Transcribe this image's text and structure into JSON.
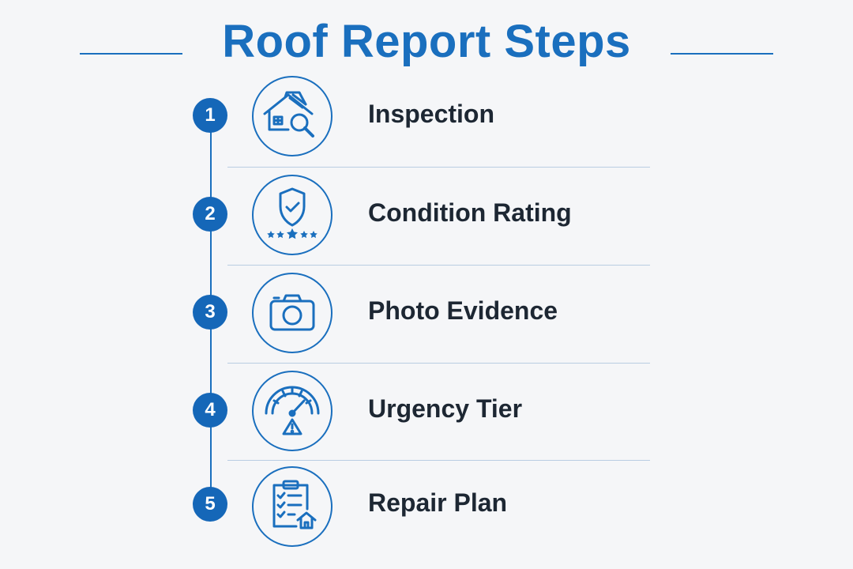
{
  "header": {
    "title": "Roof Report Steps"
  },
  "steps": [
    {
      "number": "1",
      "label": "Inspection",
      "icon": "house-magnifier-icon"
    },
    {
      "number": "2",
      "label": "Condition Rating",
      "icon": "shield-check-stars-icon"
    },
    {
      "number": "3",
      "label": "Photo Evidence",
      "icon": "camera-icon"
    },
    {
      "number": "4",
      "label": "Urgency Tier",
      "icon": "gauge-warning-icon"
    },
    {
      "number": "5",
      "label": "Repair Plan",
      "icon": "clipboard-house-icon"
    }
  ],
  "colors": {
    "accent": "#1a6fbe",
    "text": "#1d2733",
    "background": "#f5f6f8",
    "divider": "#b9cde2"
  }
}
